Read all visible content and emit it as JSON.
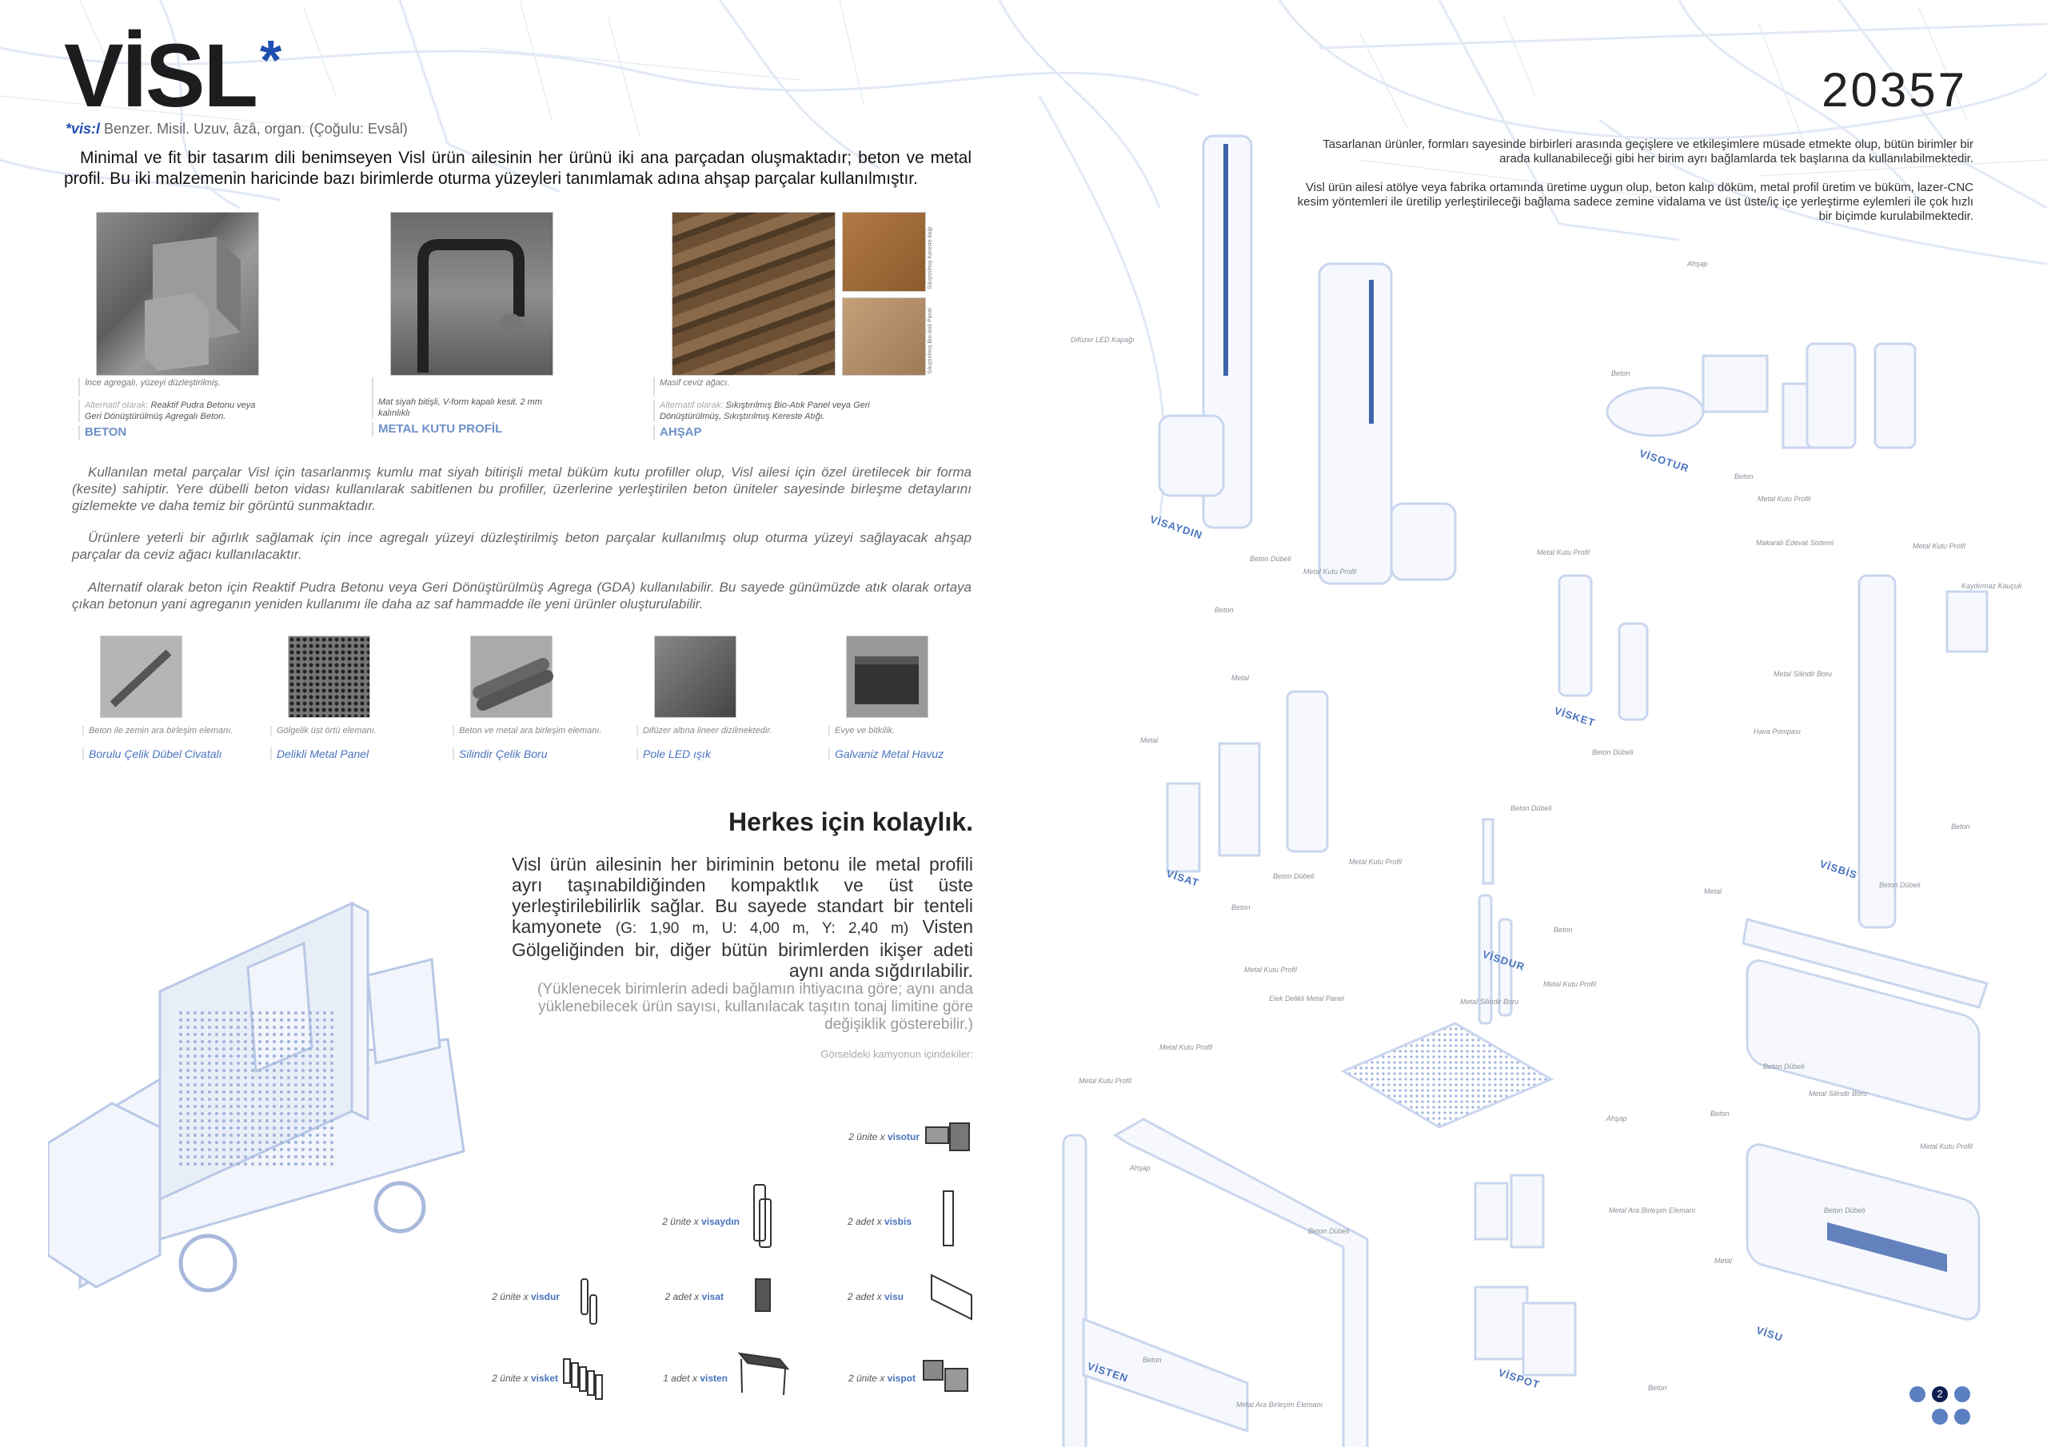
{
  "header": {
    "title": "VİSL",
    "asterisk": "*",
    "definition_key": "*vis:l",
    "definition": " Benzer. Misil.  Uzuv, âzâ, organ.  (Çoğulu: Evsâl)",
    "intro": "Minimal ve fit bir tasarım dili benimseyen Visl ürün ailesinin her ürünü iki ana parçadan oluşmaktadır; beton ve metal profil. Bu iki malzemenin haricinde bazı birimlerde oturma yüzeyleri tanımlamak adına ahşap parçalar kullanılmıştır."
  },
  "materials": [
    {
      "desc": "İnce agregalı, yüzeyi düzleştirilmiş.",
      "alt_prefix": "Alternatif olarak: ",
      "alt": "Reaktif Pudra Betonu veya Geri Dönüştürülmüş Agregalı Beton.",
      "name": "BETON"
    },
    {
      "desc": "Mat siyah bitişli, V-form kapalı kesit. 2 mm kalınlıklı",
      "name": "METAL KUTU PROFİL"
    },
    {
      "desc": "Masif ceviz ağacı.",
      "alt_prefix": "Alternatif olarak: ",
      "alt": "Sıkıştırılmış Bio-Atık Panel veya Geri Dönüştürülmüş, Sıkıştırılmış Kereste Atığı.",
      "name": "AHŞAP",
      "side_labels": [
        "Sıkıştırılmış Kereste Atığı",
        "Sıkıştırılmış Bio-Atık Panel"
      ]
    }
  ],
  "body_paragraphs": [
    "Kullanılan metal parçalar Visl için tasarlanmış kumlu mat siyah bitirişli metal büküm kutu profiller olup, Visl ailesi için özel üretilecek bir forma (kesite) sahiptir. Yere dübelli beton vidası kullanılarak sabitlenen bu profiller, üzerlerine yerleştirilen beton üniteler sayesinde birleşme detaylarını gizlemekte ve daha temiz bir görüntü sunmaktadır.",
    "Ürünlere yeterli bir ağırlık sağlamak için ince agregalı yüzeyi düzleştirilmiş beton parçalar kullanılmış olup oturma yüzeyi sağlayacak ahşap parçalar da ceviz ağacı kullanılacaktır.",
    "Alternatif olarak beton için Reaktif Pudra Betonu veya Geri Dönüştürülmüş Agrega (GDA) kullanılabilir. Bu sayede günümüzde atık olarak ortaya çıkan betonun yani agreganın yeniden kullanımı ile daha az saf hammadde ile yeni ürünler oluşturulabilir."
  ],
  "components": [
    {
      "desc": "Beton ile zemin ara birleşim elemanı.",
      "name": "Borulu Çelik Dübel Civatalı"
    },
    {
      "desc": "Gölgelik üst örtü elemanı.",
      "name": "Delikli Metal Panel"
    },
    {
      "desc": "Beton ve metal ara birleşim elemanı.",
      "name": "Silindir Çelik Boru"
    },
    {
      "desc": "Difüzer altına lineer dizilmektedir.",
      "name": "Pole LED ışık"
    },
    {
      "desc": "Evye ve bitkilik.",
      "name": "Galvaniz Metal Havuz"
    }
  ],
  "transport": {
    "heading": "Herkes için kolaylık.",
    "para_a": "Visl ürün ailesinin her biriminin betonu ile metal profili ayrı taşınabildiğinden kompaktlık ve üst üste yerleştirilebilirlik sağlar. Bu sayede standart bir tenteli kamyonete ",
    "dims": "(G: 1,90 m, U: 4,00 m, Y: 2,40 m)",
    "para_b": " Visten Gölgeliğinden bir, diğer bütün birimlerden ikişer adeti aynı anda sığdırılabilir.",
    "note": "(Yüklenecek birimlerin adedi bağlamın ihtiyacına göre; aynı anda yüklenebilecek ürün sayısı, kullanılacak taşıtın tonaj limitine göre değişiklik gösterebilir.)",
    "contents_label": "Görseldeki kamyonun içindekiler:",
    "units": [
      {
        "count": "2 ünite x ",
        "name": "visotur"
      },
      {
        "count": "2 ünite x ",
        "name": "visaydın"
      },
      {
        "count": "2 adet x ",
        "name": "visbis"
      },
      {
        "count": "2 ünite x ",
        "name": "visdur"
      },
      {
        "count": "2 adet x ",
        "name": "visat"
      },
      {
        "count": "2 adet x ",
        "name": "visu"
      },
      {
        "count": "2 ünite x ",
        "name": "visket"
      },
      {
        "count": "1 adet x ",
        "name": "visten"
      },
      {
        "count": "2 ünite x ",
        "name": "vispot"
      }
    ]
  },
  "right": {
    "number": "20357",
    "para1": "Tasarlanan ürünler, formları sayesinde birbirleri arasında geçişlere ve etkileşimlere müsade etmekte olup, bütün birimler bir arada kullanabileceği gibi her birim ayrı bağlamlarda tek başlarına da kullanılabilmektedir.",
    "para2": "Visl ürün ailesi atölye veya fabrika ortamında üretime uygun olup, beton kalıp döküm, metal profil üretim ve büküm, lazer-CNC kesim yöntemleri ile üretilip yerleştirileceği bağlama sadece zemine vidalama ve üst üste/iç içe yerleştirme eylemleri ile çok hızlı bir biçimde kurulabilmektedir."
  },
  "product_names": [
    "VİSAYDIN",
    "VİSOTUR",
    "VİSKET",
    "VİSAT",
    "VİSBİS",
    "VİSDUR",
    "VİSU",
    "VİSTEN",
    "VİSPOT"
  ],
  "diagram_labels": [
    "Difüzer LED Kapağı",
    "Beton Dübeli",
    "Metal Kutu Profil",
    "Beton",
    "Ahşap",
    "Beton",
    "Beton",
    "Metal Kutu Profil",
    "Metal Kutu Profil",
    "Makaralı Edevat Sistemi",
    "Metal Kutu Profil",
    "Kaydırmaz Kauçuk",
    "Metal Silindir Boru",
    "Beton Dübeli",
    "Metal",
    "Metal",
    "Hava Pompası",
    "Beton Dübeli",
    "Beton",
    "Metal Kutu Profil",
    "Beton Dübeli",
    "Beton Dübeli",
    "Beton",
    "Metal",
    "Beton",
    "Metal Kutu Profil",
    "Metal Kutu Profil",
    "Elek Delikli Metal Panel",
    "Metal Silindir Boru",
    "Metal Kutu Profil",
    "Beton Dübeli",
    "Metal Kutu Profil",
    "Metal Silindir Boru",
    "Beton",
    "Ahşap",
    "Ahşap",
    "Metal Kutu Profil",
    "Metal Ara Birleşim Elemanı",
    "Beton Dübeli",
    "Beton Dübeli",
    "Metal",
    "Beton",
    "Beton",
    "Metal Ara Birleşim Elemanı"
  ],
  "pagination": {
    "pages": [
      "1",
      "2",
      "3",
      "4",
      "5"
    ],
    "current": "2"
  },
  "colors": {
    "accent": "#4a74be",
    "dark_accent": "#0d1f4f",
    "diagram": "#c9d6ee"
  }
}
